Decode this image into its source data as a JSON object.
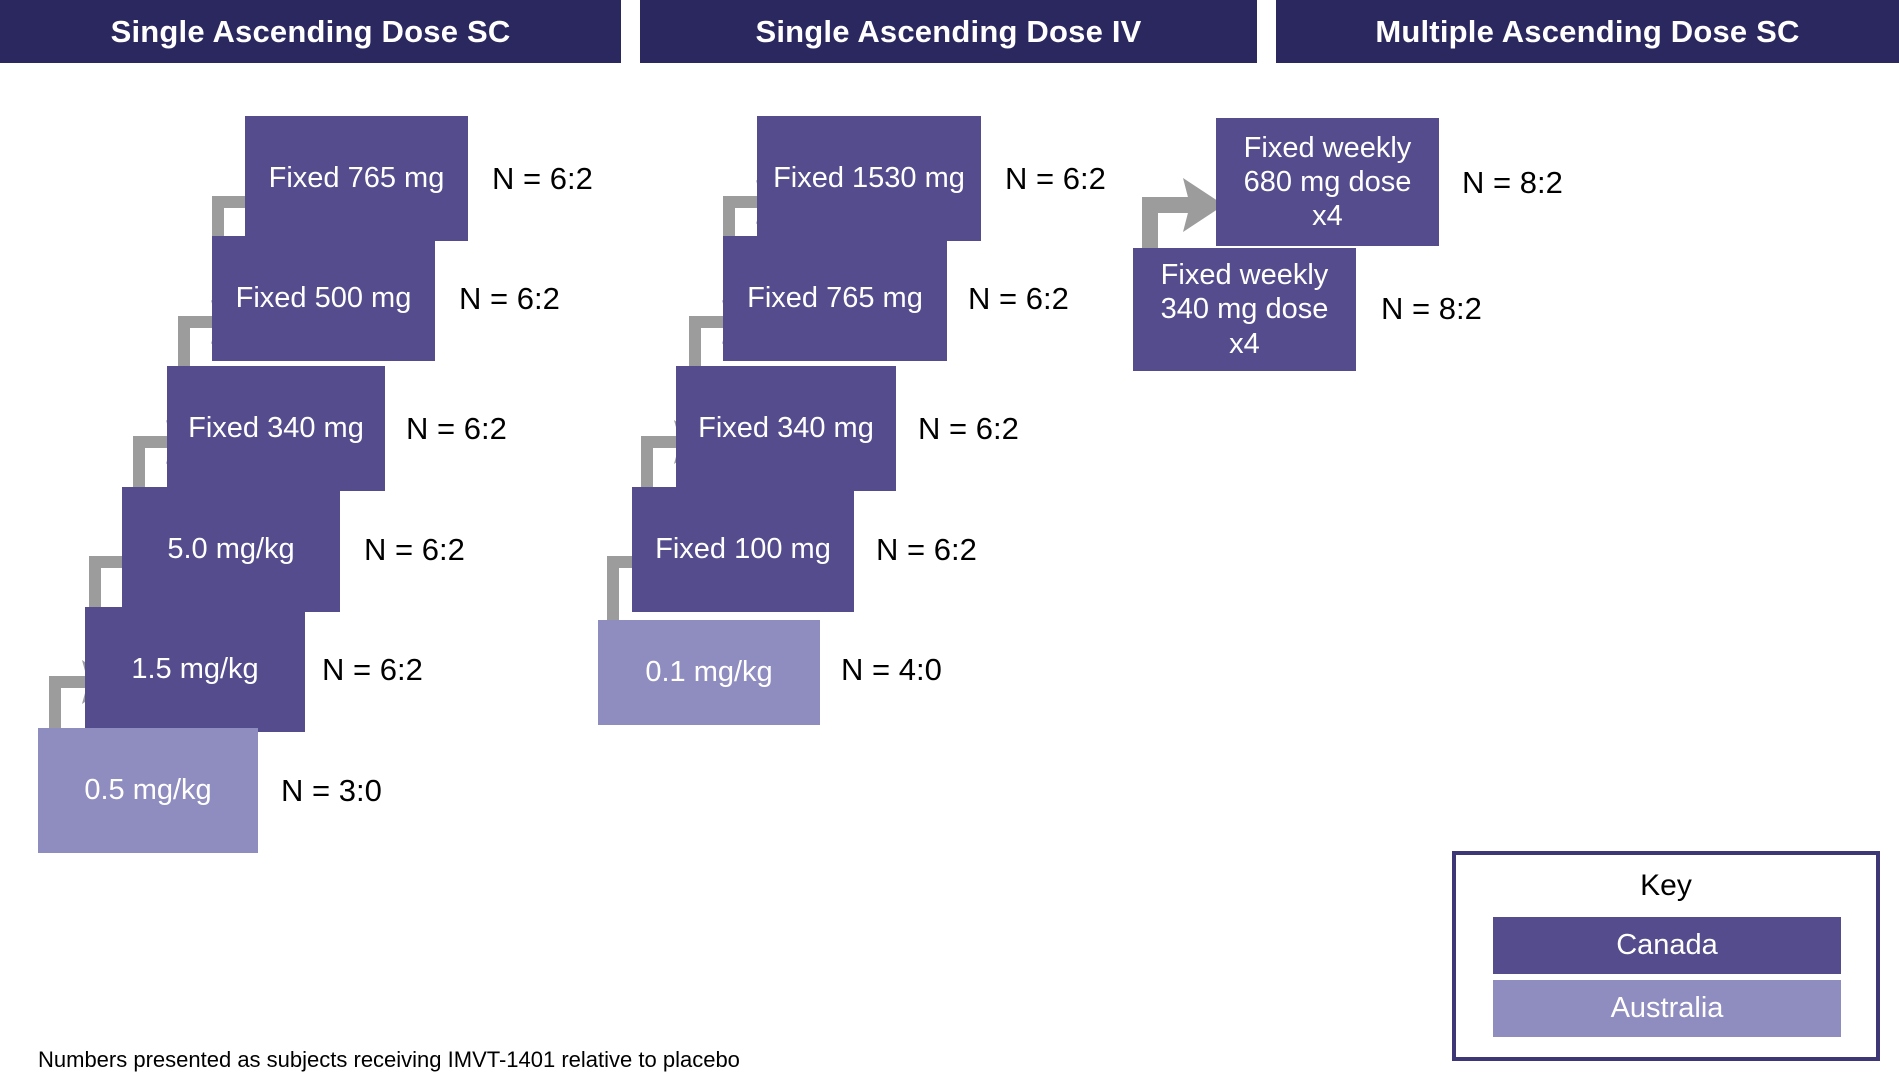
{
  "columns": [
    {
      "id": "sad-sc",
      "header": "Single Ascending Dose SC",
      "steps": [
        {
          "label": "Fixed 765 mg",
          "n": "N = 6:2",
          "region": "Canada"
        },
        {
          "label": "Fixed 500 mg",
          "n": "N = 6:2",
          "region": "Canada"
        },
        {
          "label": "Fixed 340 mg",
          "n": "N = 6:2",
          "region": "Canada"
        },
        {
          "label": "5.0 mg/kg",
          "n": "N = 6:2",
          "region": "Canada"
        },
        {
          "label": "1.5 mg/kg",
          "n": "N = 6:2",
          "region": "Canada"
        },
        {
          "label": "0.5 mg/kg",
          "n": "N = 3:0",
          "region": "Australia"
        }
      ]
    },
    {
      "id": "sad-iv",
      "header": "Single Ascending Dose IV",
      "steps": [
        {
          "label": "Fixed 1530 mg",
          "n": "N = 6:2",
          "region": "Canada"
        },
        {
          "label": "Fixed 765 mg",
          "n": "N = 6:2",
          "region": "Canada"
        },
        {
          "label": "Fixed 340 mg",
          "n": "N = 6:2",
          "region": "Canada"
        },
        {
          "label": "Fixed 100 mg",
          "n": "N = 6:2",
          "region": "Canada"
        },
        {
          "label": "0.1 mg/kg",
          "n": "N = 4:0",
          "region": "Australia"
        }
      ]
    },
    {
      "id": "mad-sc",
      "header": "Multiple Ascending Dose SC",
      "steps": [
        {
          "label": "Fixed weekly\n680 mg dose\nx4",
          "n": "N = 8:2",
          "region": "Canada"
        },
        {
          "label": "Fixed weekly\n340 mg dose\nx4",
          "n": "N = 8:2",
          "region": "Canada"
        }
      ]
    }
  ],
  "key": {
    "title": "Key",
    "canada": "Canada",
    "australia": "Australia"
  },
  "footnote": "Numbers presented as subjects receiving IMVT-1401 relative to placebo",
  "colors": {
    "header_bar": "#2b2860",
    "canada": "#544c8c",
    "australia": "#8f8cc0",
    "arrow": "#9c9c9c",
    "key_border": "#3d3775",
    "text_dark": "#000000",
    "text_light": "#ffffff"
  }
}
